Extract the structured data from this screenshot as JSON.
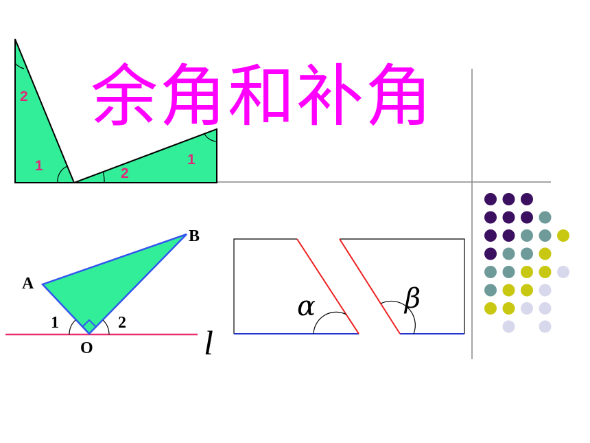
{
  "title": "余角和补角",
  "colors": {
    "title": "#ff00ff",
    "triangle_fill": "#33ee99",
    "label_pink": "#e0287a",
    "line_pink": "#e8306e",
    "triangle_border": "#3355ee",
    "red": "#ee2020",
    "blue": "#2233cc",
    "divider": "#888888",
    "dot_dark": "#3c1060",
    "dot_teal": "#6f9a9a",
    "dot_yellow": "#c8c812",
    "dot_lavender": "#d8d8ec"
  },
  "set_squares": {
    "tall_angle_top": "2",
    "tall_angle_base": "1",
    "long_angle_base": "2",
    "long_angle_right": "1"
  },
  "triangle_aob": {
    "vertex_a": "A",
    "vertex_b": "B",
    "vertex_o": "O",
    "angle_left": "1",
    "angle_right": "2",
    "line_name": "l"
  },
  "shapes": {
    "alpha": "α",
    "beta": "β"
  },
  "dot_grid": {
    "rows": [
      [
        "dark",
        "dark",
        "dark",
        "",
        ""
      ],
      [
        "dark",
        "dark",
        "dark",
        "teal",
        ""
      ],
      [
        "dark",
        "dark",
        "teal",
        "teal",
        "yellow"
      ],
      [
        "dark",
        "teal",
        "teal",
        "yellow",
        ""
      ],
      [
        "teal",
        "teal",
        "yellow",
        "yellow",
        "lavender"
      ],
      [
        "teal",
        "yellow",
        "yellow",
        "lavender",
        ""
      ],
      [
        "yellow",
        "yellow",
        "lavender",
        "lavender",
        ""
      ],
      [
        "",
        "lavender",
        "",
        "lavender",
        ""
      ]
    ]
  }
}
